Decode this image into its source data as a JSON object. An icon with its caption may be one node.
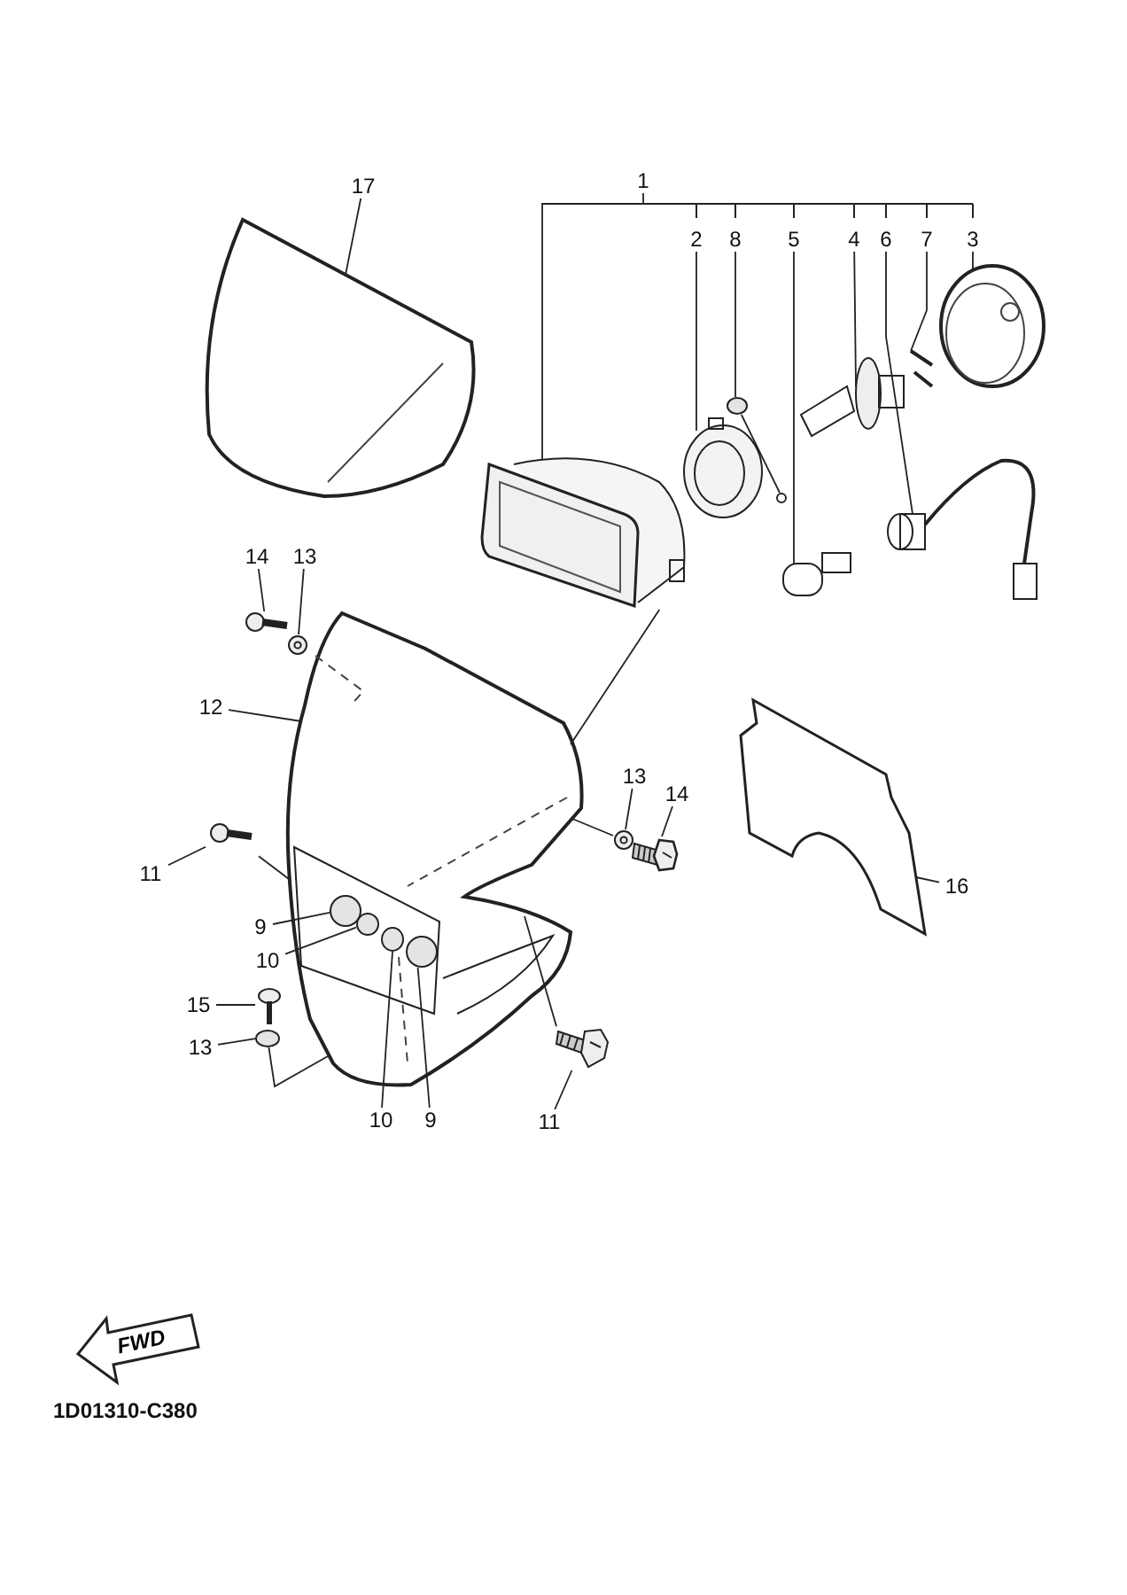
{
  "diagram": {
    "nodes": [
      {
        "text": [
          "17"
        ]
      },
      {
        "text": [],
        "shape": "picture"
      },
      {
        "text": [
          "1"
        ]
      },
      {
        "text": [],
        "shape": "picture"
      },
      {
        "text": [
          "2"
        ]
      },
      {
        "text": [],
        "shape": "picture"
      },
      {
        "text": [
          "8"
        ]
      },
      {
        "text": [],
        "shape": "circle"
      },
      {
        "text": [
          "5"
        ]
      },
      {
        "text": [],
        "shape": "picture"
      },
      {
        "text": [
          "4"
        ]
      },
      {
        "text": [],
        "shape": "picture"
      },
      {
        "text": [
          "6"
        ]
      },
      {
        "text": [],
        "shape": "picture"
      },
      {
        "text": [
          "7"
        ]
      },
      {
        "text": [],
        "shape": "picture"
      },
      {
        "text": [
          "3"
        ]
      },
      {
        "text": [],
        "shape": "picture"
      },
      {
        "text": [
          "14"
        ]
      },
      {
        "text": [],
        "shape": "picture"
      },
      {
        "text": [
          "13"
        ]
      },
      {
        "text": [],
        "shape": "picture"
      },
      {
        "text": [
          "12"
        ]
      },
      {
        "text": [],
        "shape": "picture"
      },
      {
        "text": [
          "13"
        ]
      },
      {
        "text": [],
        "shape": "picture"
      },
      {
        "text": [
          "14"
        ]
      },
      {
        "text": [],
        "shape": "picture"
      },
      {
        "text": [
          "11"
        ]
      },
      {
        "text": [],
        "shape": "picture"
      },
      {
        "text": [
          "9"
        ]
      },
      {
        "text": [],
        "shape": "circle",
        "in": 23
      },
      {
        "text": [
          "10"
        ]
      },
      {
        "text": [],
        "shape": "circle",
        "in": 23
      },
      {
        "text": [
          "15"
        ]
      },
      {
        "text": [],
        "shape": "picture"
      },
      {
        "text": [
          "13"
        ]
      },
      {
        "text": [],
        "shape": "circle"
      },
      {
        "text": [
          "10"
        ]
      },
      {
        "text": [],
        "shape": "circle",
        "in": 23
      },
      {
        "text": [
          "9"
        ]
      },
      {
        "text": [],
        "shape": "circle",
        "in": 23
      },
      {
        "text": [
          "11"
        ]
      },
      {
        "text": [],
        "shape": "picture"
      },
      {
        "text": [
          "16"
        ]
      },
      {
        "text": [],
        "shape": "picture"
      },
      {
        "text": [
          "FWD"
        ]
      }
    ],
    "edges": [
      {
        "from": 0,
        "to": 1,
        "arrow": "none"
      },
      {
        "from": 2,
        "to": 3,
        "arrow": "none"
      },
      {
        "from": 4,
        "to": 5,
        "arrow": "none"
      },
      {
        "from": 6,
        "to": 7,
        "arrow": "none"
      },
      {
        "from": 8,
        "to": 9,
        "arrow": "none"
      },
      {
        "from": 10,
        "to": 11,
        "arrow": "none"
      },
      {
        "from": 12,
        "to": 13,
        "arrow": "none"
      },
      {
        "from": 14,
        "to": 15,
        "arrow": "none"
      },
      {
        "from": 16,
        "to": 17,
        "arrow": "none"
      },
      {
        "from": 18,
        "to": 19,
        "arrow": "none"
      },
      {
        "from": 20,
        "to": 21,
        "arrow": "none"
      },
      {
        "from": 22,
        "to": 23,
        "arrow": "none"
      },
      {
        "from": 24,
        "to": 25,
        "arrow": "none"
      },
      {
        "from": 26,
        "to": 27,
        "arrow": "none"
      },
      {
        "from": 28,
        "to": 29,
        "arrow": "none"
      },
      {
        "from": 30,
        "to": 31,
        "arrow": "none"
      },
      {
        "from": 32,
        "to": 33,
        "arrow": "none"
      },
      {
        "from": 34,
        "to": 35,
        "arrow": "none"
      },
      {
        "from": 36,
        "to": 37,
        "arrow": "none"
      },
      {
        "from": 38,
        "to": 39,
        "arrow": "none"
      },
      {
        "from": 40,
        "to": 41,
        "arrow": "none"
      },
      {
        "from": 42,
        "to": 43,
        "arrow": "none"
      },
      {
        "from": 44,
        "to": 45,
        "arrow": "none"
      },
      {
        "from": 3,
        "to": 23,
        "arrow": "none"
      },
      {
        "from": 25,
        "to": 23,
        "arrow": "none"
      },
      {
        "from": 29,
        "to": 23,
        "arrow": "none"
      },
      {
        "from": 43,
        "to": 23,
        "arrow": "none"
      },
      {
        "from": 37,
        "to": 23,
        "arrow": "none"
      },
      {
        "from": 7,
        "to": 5,
        "arrow": "none"
      }
    ],
    "labels": [
      "1D01310-C380"
    ]
  }
}
